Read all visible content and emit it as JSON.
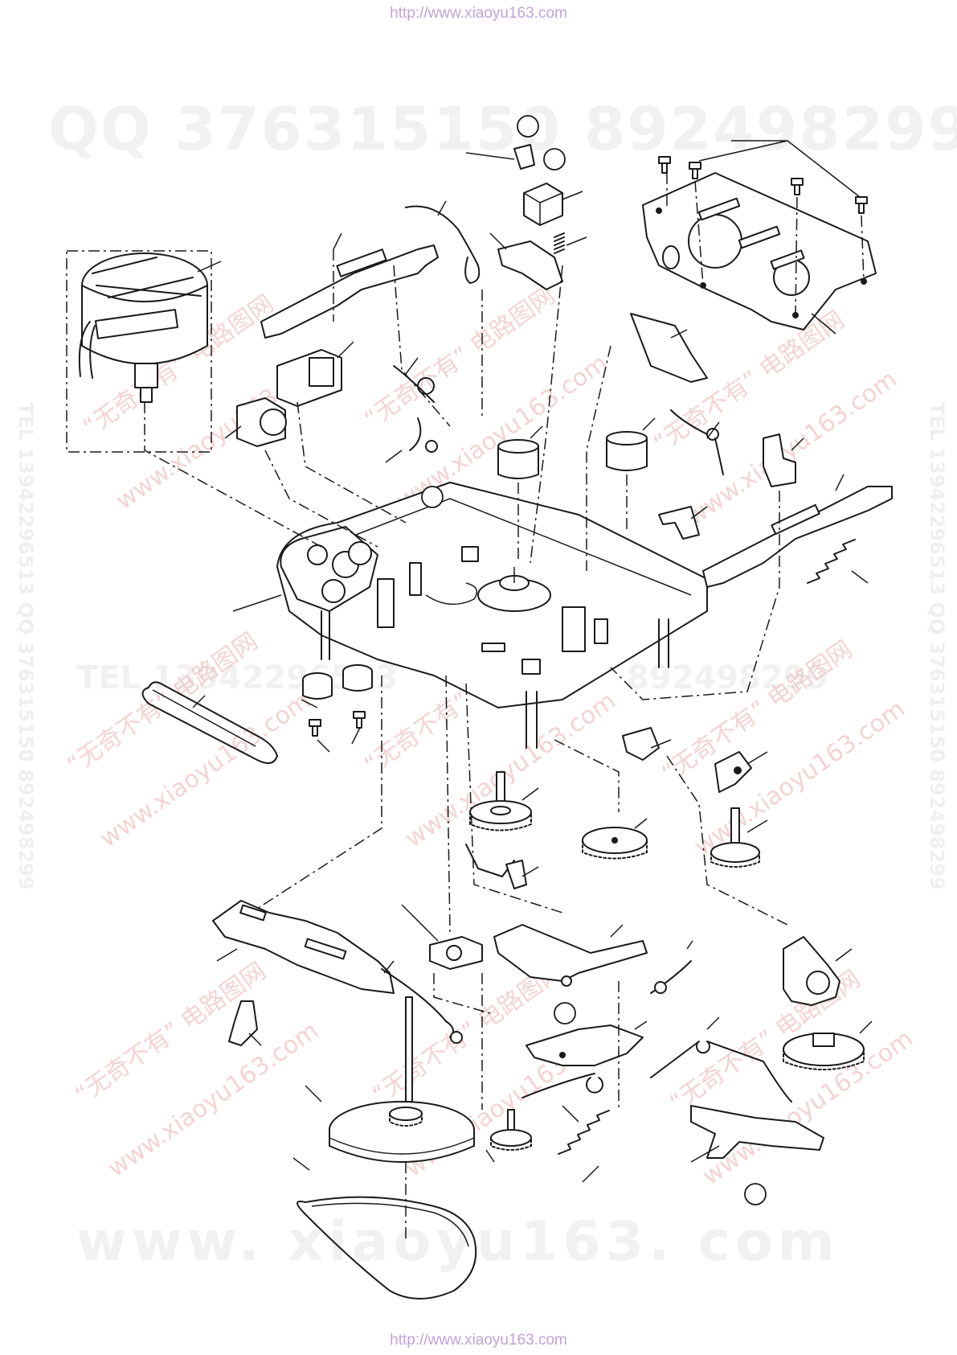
{
  "header": {
    "url": "http://www.xiaoyu163.com"
  },
  "footer": {
    "url": "http://www.xiaoyu163.com"
  },
  "watermarks": {
    "qq_top": "QQ 376315150  892498299",
    "tel_mid": "TEL 13942296513",
    "mid_right": "892498299",
    "www_bottom": "www. xiaoyu163. com",
    "side_left": "TEL 13942296513  QQ 376315150  892498299",
    "side_right": "TEL 13942296513  QQ 376315150  892498299",
    "diagonal_cn": "“无奇不有” 电路图网",
    "diagonal_url": "www.xiaoyu163.com"
  },
  "colors": {
    "url_text": "#c3a2d4",
    "line_art": "#1a1a1a",
    "diagonal_watermark": "#e7a0a0"
  }
}
